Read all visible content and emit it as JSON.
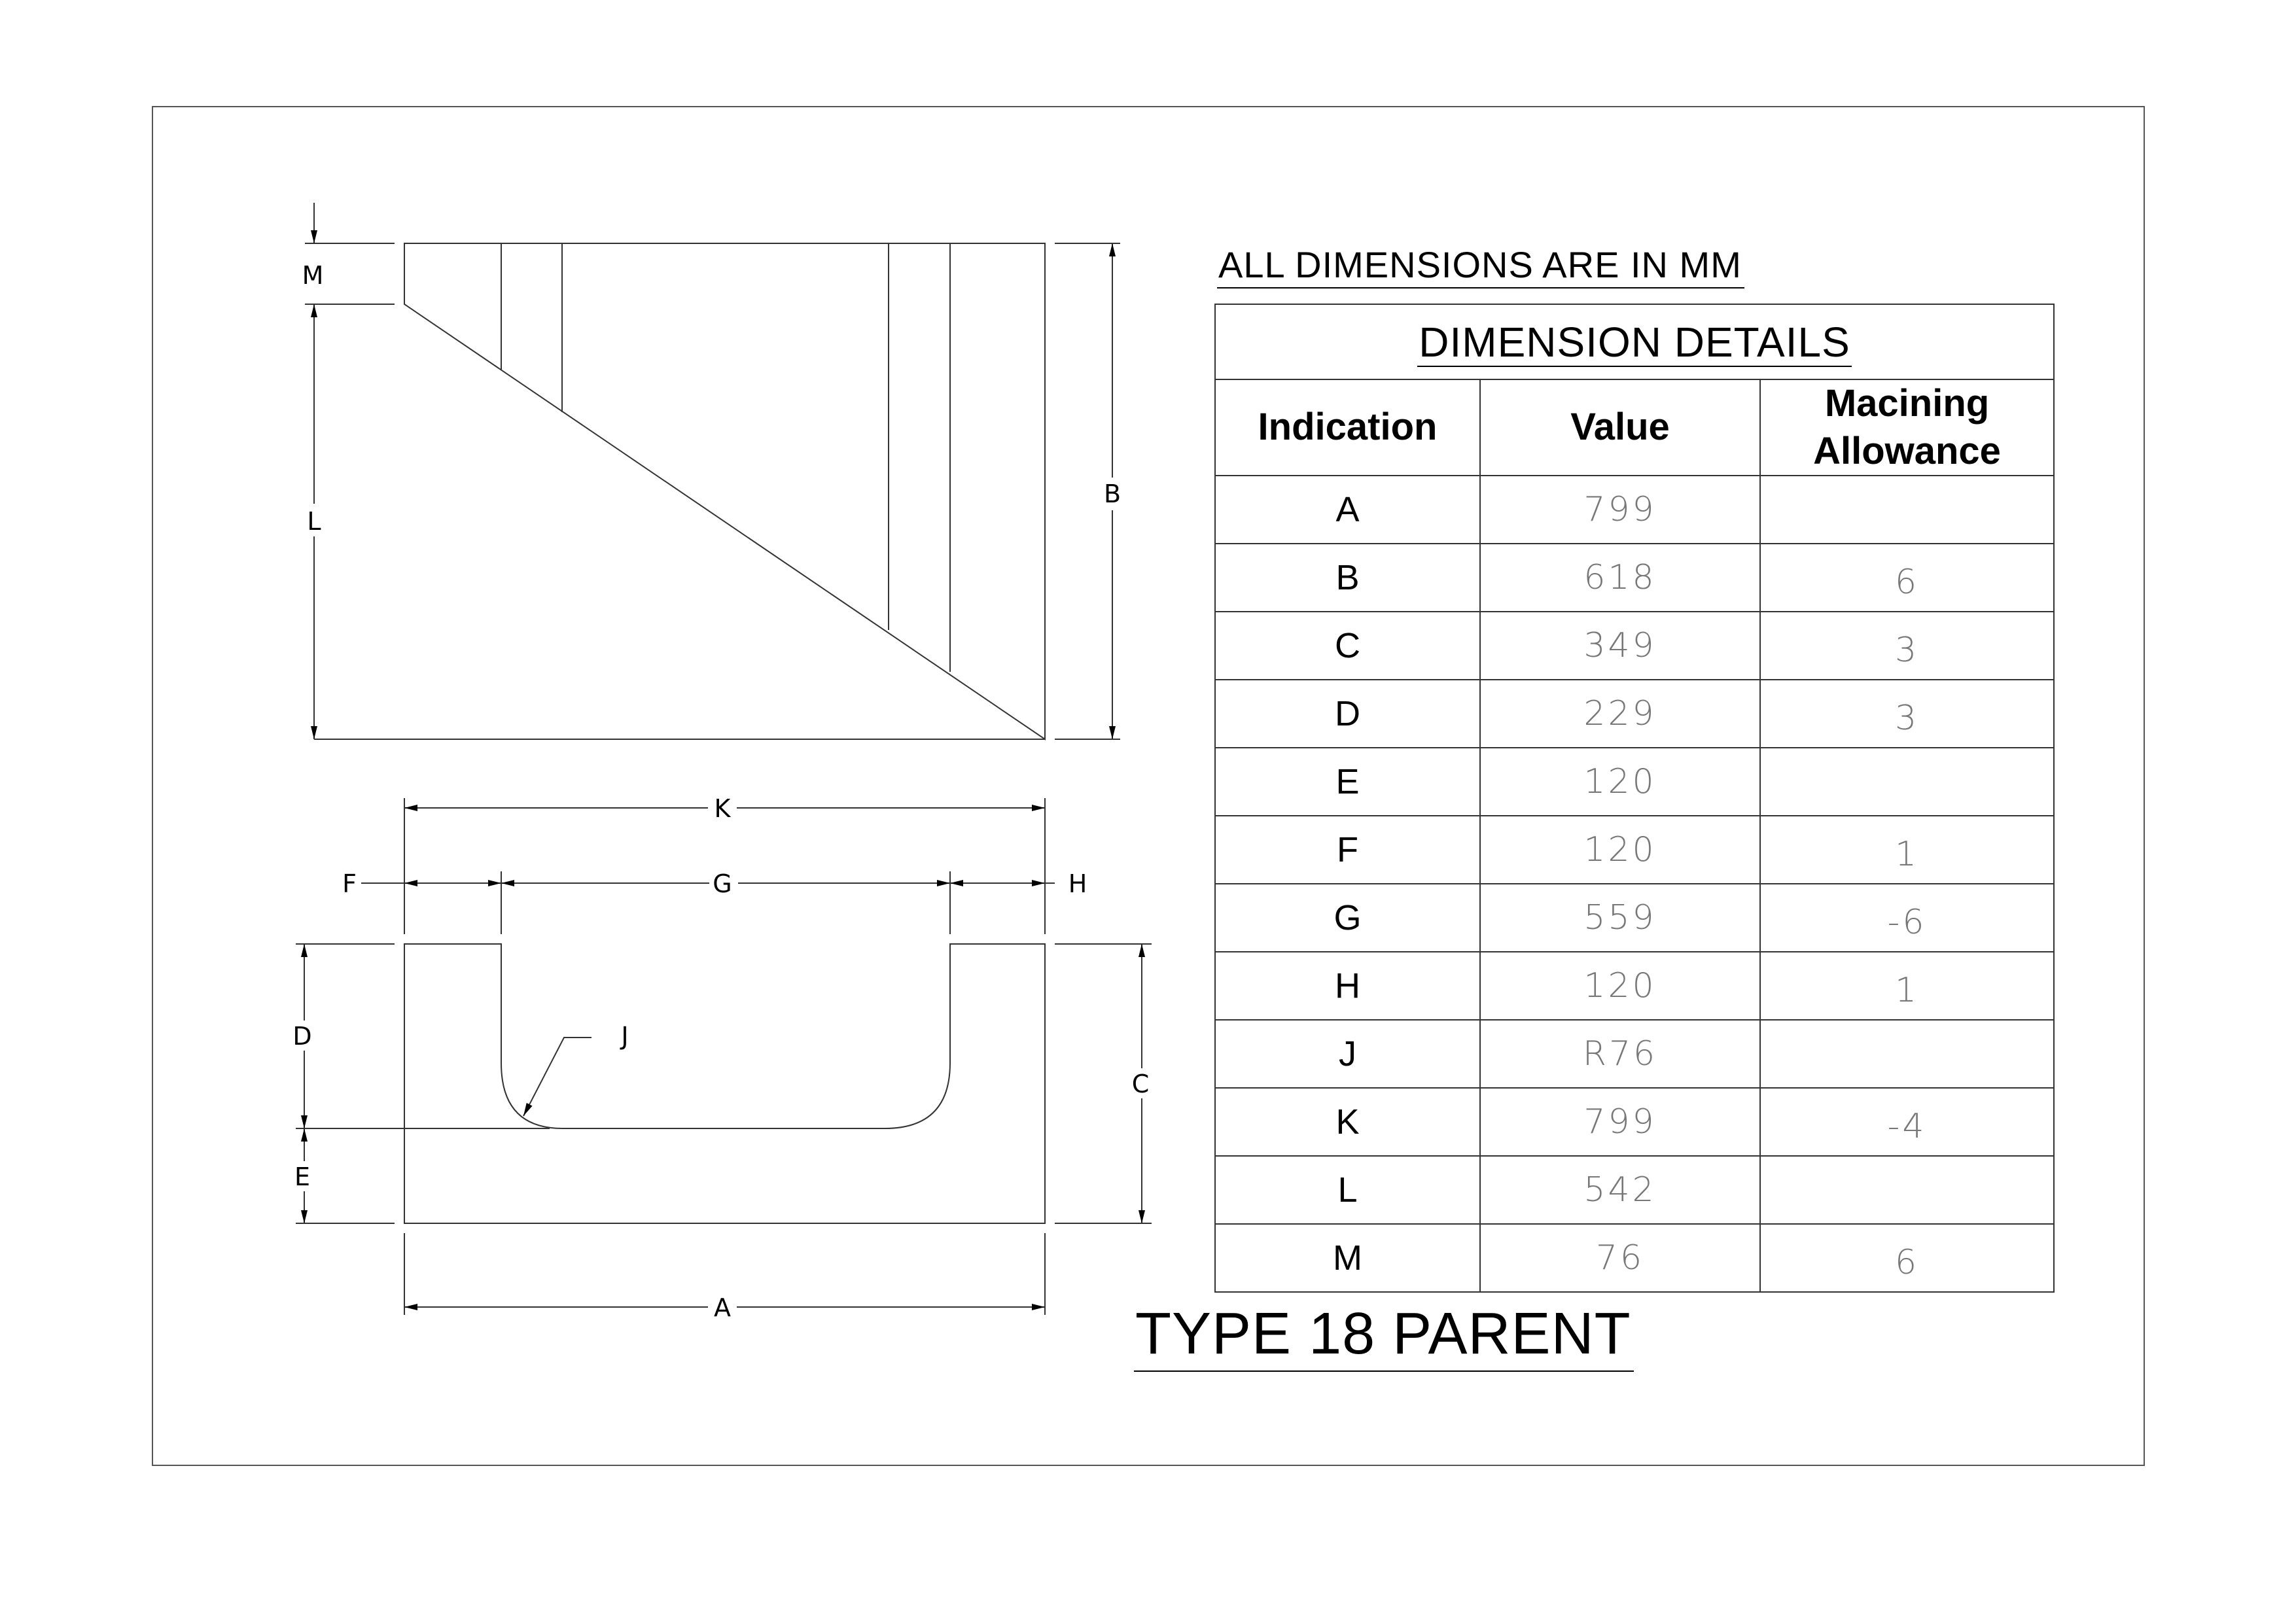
{
  "units_note": "ALL DIMENSIONS ARE IN MM",
  "title": "TYPE 18 PARENT",
  "table": {
    "caption": "DIMENSION DETAILS",
    "headers": {
      "indication": "Indication",
      "value": "Value",
      "allowance_line1": "Macining",
      "allowance_line2": "Allowance"
    },
    "rows": [
      {
        "indication": "A",
        "value": "799",
        "allowance": ""
      },
      {
        "indication": "B",
        "value": "618",
        "allowance": "6"
      },
      {
        "indication": "C",
        "value": "349",
        "allowance": "3"
      },
      {
        "indication": "D",
        "value": "229",
        "allowance": "3"
      },
      {
        "indication": "E",
        "value": "120",
        "allowance": ""
      },
      {
        "indication": "F",
        "value": "120",
        "allowance": "1"
      },
      {
        "indication": "G",
        "value": "559",
        "allowance": "-6"
      },
      {
        "indication": "H",
        "value": "120",
        "allowance": "1"
      },
      {
        "indication": "J",
        "value": "R76",
        "allowance": ""
      },
      {
        "indication": "K",
        "value": "799",
        "allowance": "-4"
      },
      {
        "indication": "L",
        "value": "542",
        "allowance": ""
      },
      {
        "indication": "M",
        "value": "76",
        "allowance": "6"
      }
    ]
  },
  "drawing_labels": {
    "side_view": {
      "m": "M",
      "l": "L",
      "b": "B"
    },
    "front_view": {
      "k": "K",
      "f": "F",
      "g": "G",
      "h": "H",
      "d": "D",
      "e": "E",
      "c": "C",
      "j": "J",
      "a": "A"
    }
  }
}
